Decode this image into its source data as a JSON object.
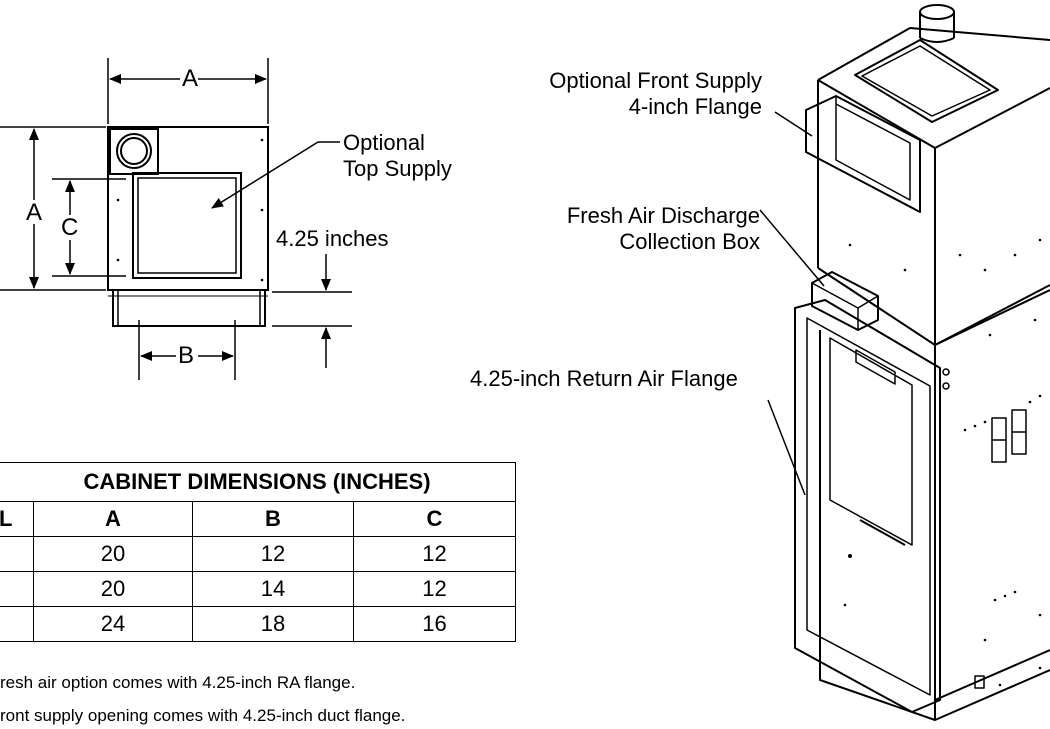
{
  "callouts": {
    "optional_top_supply": [
      "Optional",
      "Top Supply"
    ],
    "front_supply": [
      "Optional Front Supply",
      "4-inch Flange"
    ],
    "fresh_air": [
      "Fresh Air Discharge",
      "Collection Box"
    ],
    "return_air": "4.25-inch Return Air Flange",
    "flange_height": "4.25 inches"
  },
  "dims": {
    "a_top": "A",
    "a_left": "A",
    "b": "B",
    "c": "C"
  },
  "table": {
    "title": "CABINET DIMENSIONS (INCHES)",
    "headers": [
      "L",
      "A",
      "B",
      "C"
    ],
    "rows": [
      [
        "",
        "20",
        "12",
        "12"
      ],
      [
        "",
        "20",
        "14",
        "12"
      ],
      [
        "",
        "24",
        "18",
        "16"
      ]
    ]
  },
  "notes": [
    "resh air option comes with 4.25-inch RA flange.",
    "ront supply opening comes with 4.25-inch duct flange."
  ],
  "colors": {
    "line": "#000000",
    "background": "#ffffff"
  }
}
